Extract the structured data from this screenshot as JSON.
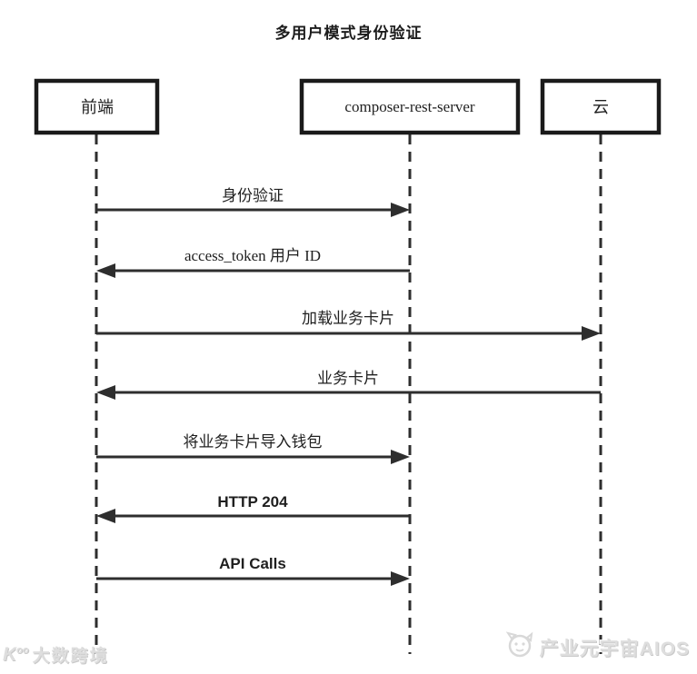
{
  "title": "多用户模式身份验证",
  "diagram": {
    "type": "sequence",
    "actors": [
      {
        "id": "frontend",
        "label": "前端"
      },
      {
        "id": "composer-rest-server",
        "label": "composer-rest-server"
      },
      {
        "id": "cloud",
        "label": "云"
      }
    ],
    "messages": [
      {
        "from": "前端",
        "to": "composer-rest-server",
        "direction": "right",
        "label": "身份验证"
      },
      {
        "from": "composer-rest-server",
        "to": "前端",
        "direction": "left",
        "label": "access_token 用户 ID"
      },
      {
        "from": "前端",
        "to": "云",
        "direction": "right",
        "label": "加载业务卡片"
      },
      {
        "from": "云",
        "to": "前端",
        "direction": "left",
        "label": "业务卡片"
      },
      {
        "from": "前端",
        "to": "composer-rest-server",
        "direction": "right",
        "label": "将业务卡片导入钱包"
      },
      {
        "from": "composer-rest-server",
        "to": "前端",
        "direction": "left",
        "label": "HTTP 204"
      },
      {
        "from": "前端",
        "to": "composer-rest-server",
        "direction": "right",
        "label": "API Calls"
      }
    ]
  },
  "watermarks": {
    "bottom_left": {
      "text": "大数跨境"
    },
    "bottom_right": {
      "text": "产业元宇宙AIOS"
    }
  },
  "colors": {
    "background": "#ffffff",
    "line": "#2e2e2e",
    "box_border": "#1a1a1a",
    "text": "#1f1f1f",
    "watermark": "#dedede"
  }
}
